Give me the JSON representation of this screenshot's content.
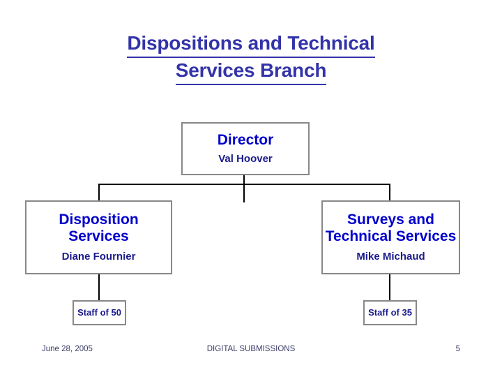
{
  "slide": {
    "title_lines": [
      "Dispositions and Technical",
      "Services Branch"
    ],
    "title_color": "#3333aa"
  },
  "org_chart": {
    "type": "organization-chart",
    "box_border_color": "#888888",
    "box_title_color": "#0000cc",
    "box_person_color": "#1a1a8c",
    "connector_color": "#000000",
    "nodes": [
      {
        "id": "director",
        "title": "Director",
        "person": "Val Hoover",
        "level": 0
      },
      {
        "id": "disposition",
        "title": "Disposition Services",
        "title_lines": [
          "Disposition",
          "Services"
        ],
        "person": "Diane Fournier",
        "level": 1
      },
      {
        "id": "surveys",
        "title": "Surveys and Technical Services",
        "title_lines": [
          "Surveys and",
          "Technical Services"
        ],
        "person": "Mike Michaud",
        "level": 1
      },
      {
        "id": "staff-left",
        "label": "Staff of 50",
        "count": 50,
        "parent": "disposition",
        "level": 2
      },
      {
        "id": "staff-right",
        "label": "Staff of 35",
        "count": 35,
        "parent": "surveys",
        "level": 2
      }
    ]
  },
  "footer": {
    "date": "June 28, 2005",
    "center": "DIGITAL SUBMISSIONS",
    "page_number": "5",
    "color": "#3b3b6b"
  }
}
